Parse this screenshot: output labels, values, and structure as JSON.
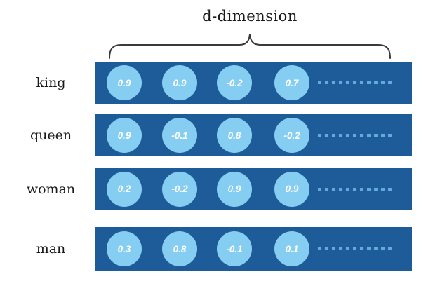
{
  "title": "d-dimension",
  "colors": {
    "bar": "#1E5C99",
    "circle": "#85CEF2",
    "dot": "#64A9DC",
    "text": "#1A1A1A",
    "value_text": "#FFFFFF",
    "bg": "#FFFFFF"
  },
  "rows": [
    {
      "label": "king",
      "values": [
        "0.9",
        "0.9",
        "-0.2",
        "0.7"
      ]
    },
    {
      "label": "queen",
      "values": [
        "0.9",
        "-0.1",
        "0.8",
        "-0.2"
      ]
    },
    {
      "label": "woman",
      "values": [
        "0.2",
        "-0.2",
        "0.9",
        "0.9"
      ]
    },
    {
      "label": "man",
      "values": [
        "0.3",
        "0.8",
        "-0.1",
        "0.1"
      ]
    }
  ]
}
